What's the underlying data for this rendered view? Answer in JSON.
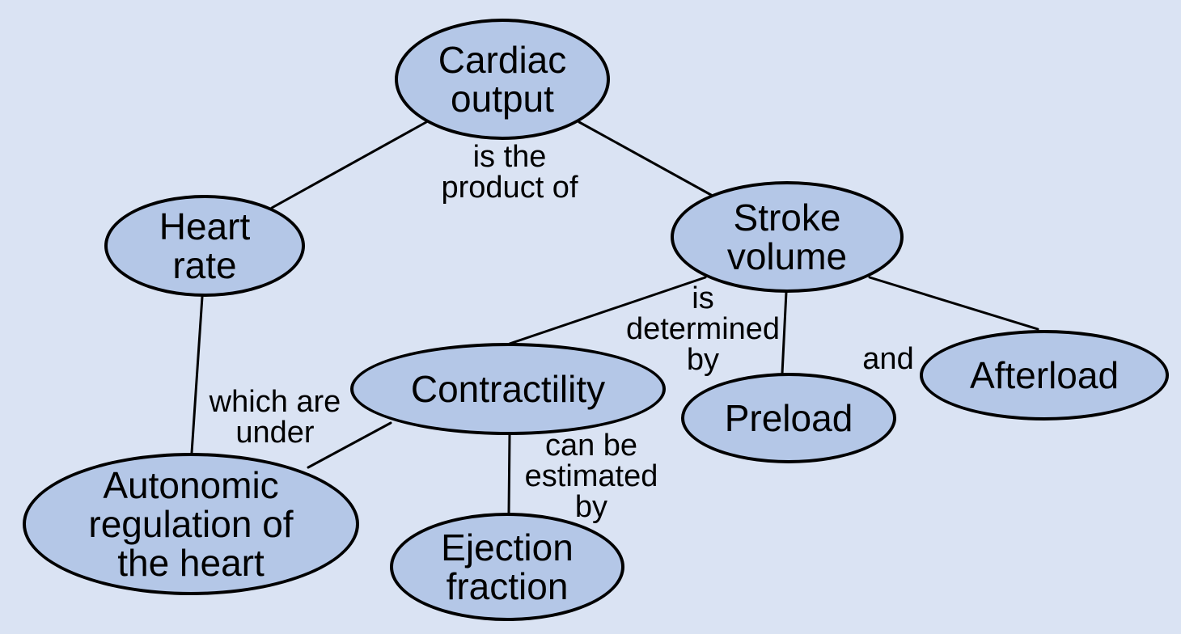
{
  "diagram": {
    "type": "concept-map",
    "topic": "Cardiac output",
    "colors": {
      "background": "#dae3f3",
      "node_fill": "#b4c7e7",
      "outline": "#000000",
      "text": "#000000"
    },
    "nodes": {
      "cardiac_output": {
        "label": "Cardiac\noutput"
      },
      "heart_rate": {
        "label": "Heart\nrate"
      },
      "stroke_volume": {
        "label": "Stroke\nvolume"
      },
      "contractility": {
        "label": "Contractility"
      },
      "preload": {
        "label": "Preload"
      },
      "afterload": {
        "label": "Afterload"
      },
      "autonomic_regulation": {
        "label": "Autonomic\nregulation of\nthe heart"
      },
      "ejection_fraction": {
        "label": "Ejection\nfraction"
      }
    },
    "edge_labels": {
      "product": "is the\nproduct of",
      "determined": "is\ndetermined\nby",
      "and": "and",
      "under": "which are\nunder",
      "estimated": "can be\nestimated\nby"
    },
    "relations": [
      {
        "from": "Cardiac output",
        "to": "Heart rate",
        "label": "is the product of"
      },
      {
        "from": "Cardiac output",
        "to": "Stroke volume",
        "label": "is the product of"
      },
      {
        "from": "Heart rate",
        "to": "Autonomic regulation of the heart",
        "label": "which are under"
      },
      {
        "from": "Stroke volume",
        "to": "Contractility",
        "label": "is determined by"
      },
      {
        "from": "Stroke volume",
        "to": "Preload",
        "label": "is determined by"
      },
      {
        "from": "Stroke volume",
        "to": "Afterload",
        "label": "is determined by"
      },
      {
        "from": "Contractility",
        "to": "Autonomic regulation of the heart",
        "label": "which are under"
      },
      {
        "from": "Contractility",
        "to": "Ejection fraction",
        "label": "can be estimated by"
      }
    ]
  }
}
